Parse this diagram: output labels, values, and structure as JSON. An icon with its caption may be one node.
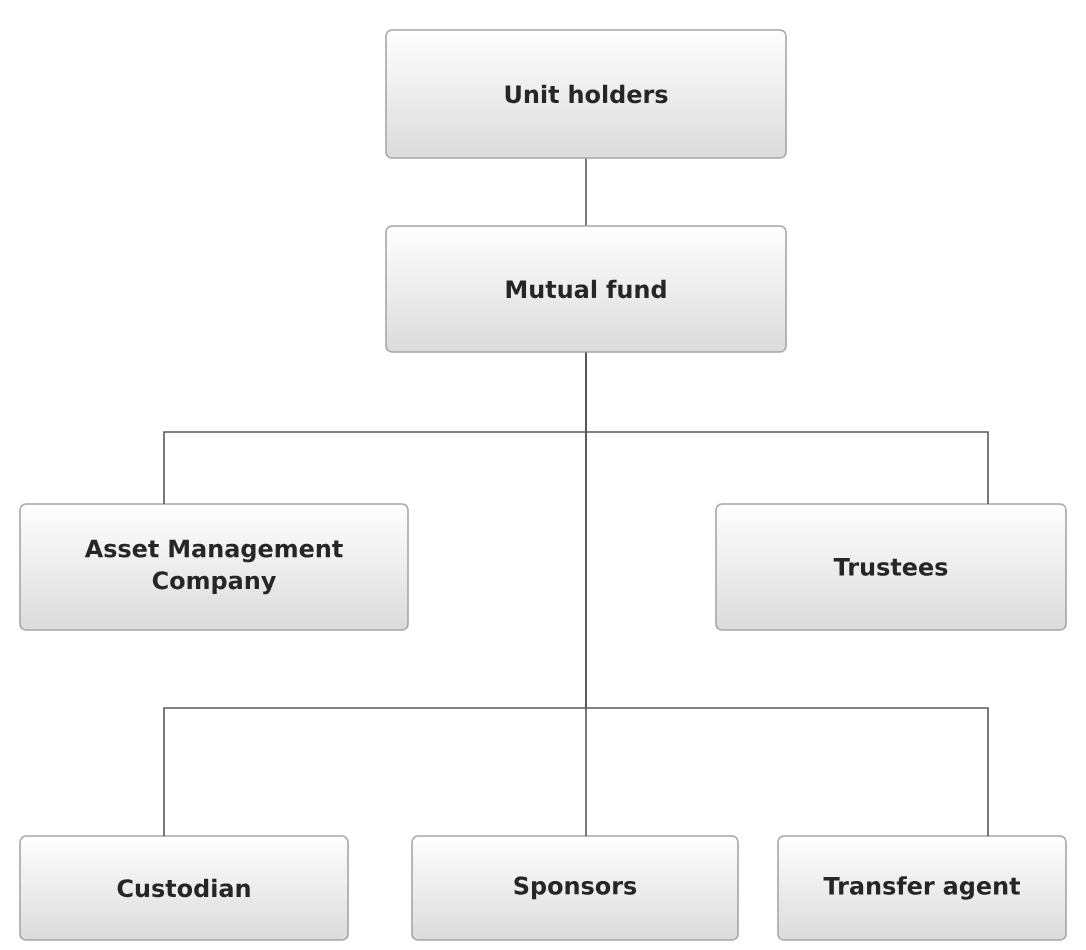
{
  "diagram": {
    "nodes": [
      {
        "text": [
          "Unit holders"
        ]
      },
      {
        "text": [
          "Mutual fund"
        ]
      },
      {
        "text": [
          "Asset Management Company"
        ]
      },
      {
        "text": [
          "Trustees"
        ]
      },
      {
        "text": [
          "Custodian"
        ]
      },
      {
        "text": [
          "Sponsors"
        ]
      },
      {
        "text": [
          "Transfer agent"
        ]
      }
    ],
    "edges": [
      {
        "from": 0,
        "to": 1,
        "arrow": "none"
      },
      {
        "from": 1,
        "to": 2,
        "arrow": "none"
      },
      {
        "from": 1,
        "to": 3,
        "arrow": "none"
      },
      {
        "from": 1,
        "to": 4,
        "arrow": "none"
      },
      {
        "from": 1,
        "to": 5,
        "arrow": "none"
      },
      {
        "from": 1,
        "to": 6,
        "arrow": "none"
      }
    ]
  }
}
